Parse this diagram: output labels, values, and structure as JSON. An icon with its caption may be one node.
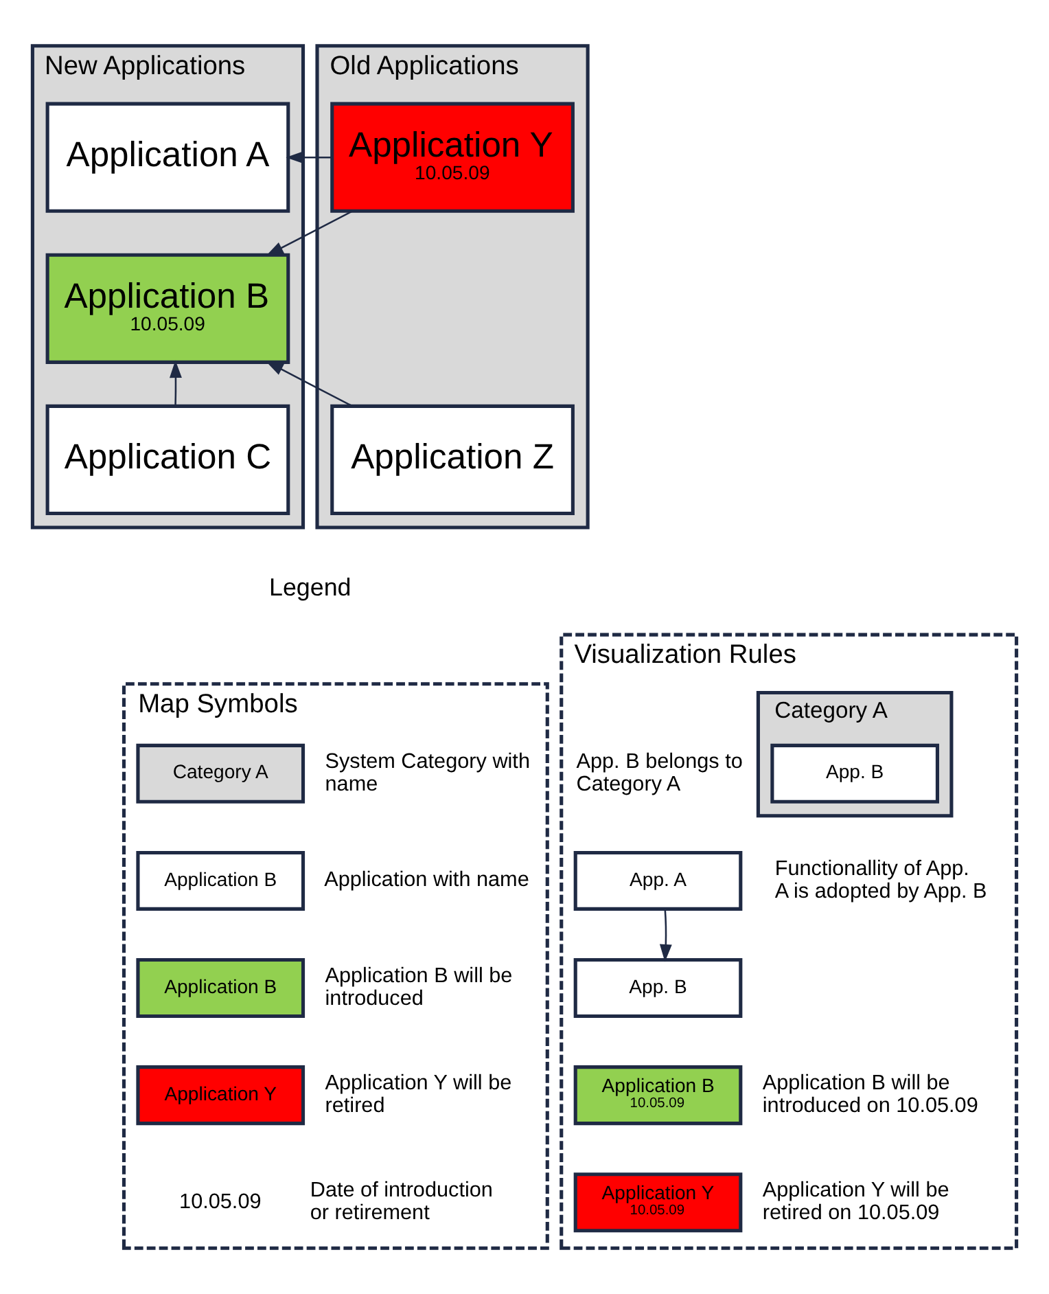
{
  "diagram": {
    "nodes": [
      {
        "text": [
          "New Applications"
        ]
      },
      {
        "text": [
          "Application A"
        ],
        "in": 0
      },
      {
        "text": [
          "Application B",
          "10.05.09"
        ],
        "in": 0
      },
      {
        "text": [
          "Application C"
        ],
        "in": 0
      },
      {
        "text": [
          "Old Applications"
        ]
      },
      {
        "text": [
          "Application Y",
          "10.05.09"
        ],
        "in": 4
      },
      {
        "text": [
          "Application Z"
        ],
        "in": 4
      },
      {
        "text": [
          "Map Symbols"
        ]
      },
      {
        "text": [
          "Category A"
        ],
        "in": 7,
        "beside": [
          "System Category with name"
        ]
      },
      {
        "text": [
          "Application B"
        ],
        "in": 7,
        "beside": [
          "Application with name"
        ]
      },
      {
        "text": [
          "Application B"
        ],
        "in": 7,
        "beside": [
          "Application B will be introduced"
        ]
      },
      {
        "text": [
          "Application Y"
        ],
        "in": 7,
        "beside": [
          "Application Y will be retired"
        ]
      },
      {
        "text": [
          "Visualization Rules"
        ]
      },
      {
        "text": [
          "Category A"
        ],
        "in": 12,
        "beside": [
          "App. B belongs to Category A"
        ]
      },
      {
        "text": [
          "App. B"
        ],
        "in": 13
      },
      {
        "text": [
          "App. A"
        ],
        "in": 12
      },
      {
        "text": [
          "App. B"
        ],
        "in": 12
      },
      {
        "text": [
          "Application B",
          "10.05.09"
        ],
        "in": 12,
        "beside": [
          "Application B will be introduced on 10.05.09"
        ]
      },
      {
        "text": [
          "Application Y",
          "10.05.09"
        ],
        "in": 12,
        "beside": [
          "Application Y will be retired on 10.05.09"
        ]
      }
    ],
    "edges": [
      {
        "from": 5,
        "to": 1,
        "arrow": "to"
      },
      {
        "from": 5,
        "to": 2,
        "arrow": "to"
      },
      {
        "from": 6,
        "to": 2,
        "arrow": "to"
      },
      {
        "from": 3,
        "to": 2,
        "arrow": "to"
      },
      {
        "from": 15,
        "to": 16,
        "arrow": "to"
      }
    ],
    "labels": [
      "Legend",
      "10.05.09",
      "Date of introduction or retirement",
      "Functionallity of App. A is adopted by App. B"
    ]
  }
}
